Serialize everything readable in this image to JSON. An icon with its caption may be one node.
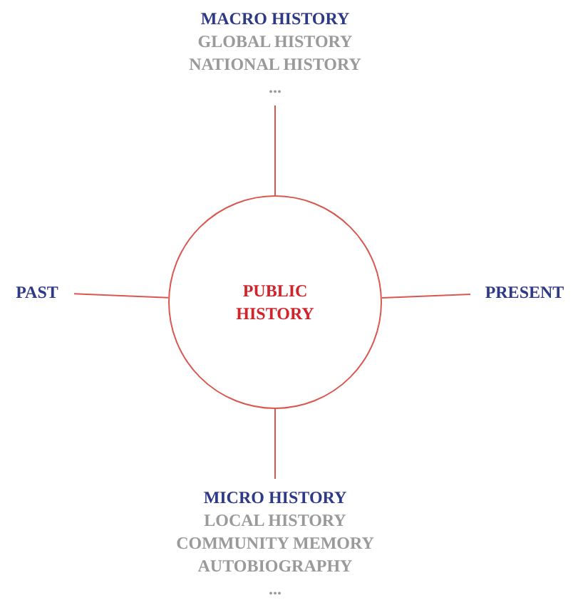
{
  "diagram": {
    "nodes": [
      {
        "text": [
          "MACRO HISTORY",
          "GLOBAL HISTORY",
          "NATIONAL HISTORY",
          "..."
        ]
      },
      {
        "text": [
          "PAST"
        ]
      },
      {
        "text": [
          "PUBLIC HISTORY"
        ]
      },
      {
        "text": [
          "PRESENT"
        ]
      },
      {
        "text": [
          "MICRO HISTORY",
          "LOCAL HISTORY",
          "COMMUNITY MEMORY",
          "AUTOBIOGRAPHY",
          "..."
        ]
      }
    ],
    "edges": [
      {
        "from": 2,
        "to": 0,
        "arrow": "none"
      },
      {
        "from": 1,
        "to": 2,
        "arrow": "none"
      },
      {
        "from": 2,
        "to": 3,
        "arrow": "none"
      },
      {
        "from": 2,
        "to": 4,
        "arrow": "none"
      }
    ]
  }
}
